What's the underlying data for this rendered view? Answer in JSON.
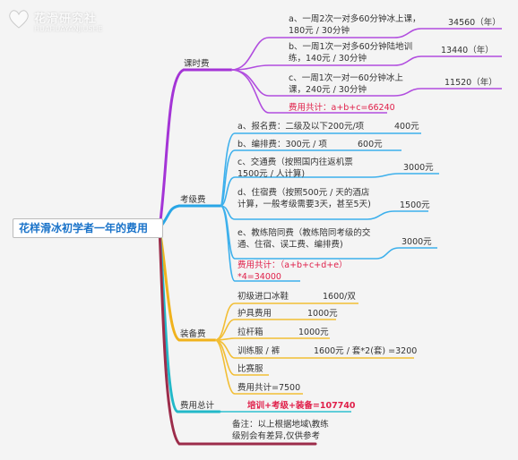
{
  "watermark": {
    "name": "花滑研究社",
    "sub": "HUAHUAYANJIUSHE"
  },
  "root": "花样滑冰初学者一年的费用",
  "training": {
    "title": "课时费",
    "a_desc": "a、一周2次一对多60分钟冰上课，180元 / 30分钟",
    "a_amount": "34560（年）",
    "b_desc": "b、一周1次一对多60分钟陆地训练，140元 / 30分钟",
    "b_amount": "13440（年）",
    "c_desc": "c、一周1次一对一60分钟冰上课，240元 / 30分钟",
    "c_amount": "11520（年）",
    "total": "费用共计：a+b+c=66240"
  },
  "exam": {
    "title": "考级费",
    "a_desc": "a、报名费：二级及以下200元/项",
    "a_amount": "400元",
    "b_desc": "b、编排费：300元 / 项",
    "b_amount": "600元",
    "c_desc": "c、交通费（按照国内往返机票1500元 / 人计算)",
    "c_amount": "3000元",
    "d_desc": "d、住宿费（按照500元 / 天的酒店计算，一般考级需要3天，甚至5天)",
    "d_amount": "1500元",
    "e_desc": "e、教练陪同费（教练陪同考级的交通、住宿、误工费、编排费)",
    "e_amount": "3000元",
    "total": "费用共计：（a+b+c+d+e）*4=34000"
  },
  "equipment": {
    "title": "装备费",
    "items": [
      {
        "label": "初级进口冰鞋",
        "amount": "1600/双"
      },
      {
        "label": "护具费用",
        "amount": "1000元"
      },
      {
        "label": "拉杆箱",
        "amount": "1000元"
      },
      {
        "label": "训练服 / 裤",
        "amount": "1600元 / 套*2(套) =3200"
      },
      {
        "label": "比赛服",
        "amount": ""
      },
      {
        "label": "费用共计=7500",
        "amount": ""
      }
    ]
  },
  "summary": {
    "title": "费用总计",
    "value": "培训+考级+装备=107740"
  },
  "note": "备注：以上根据地域\\教练级别会有差异,仅供参考"
}
